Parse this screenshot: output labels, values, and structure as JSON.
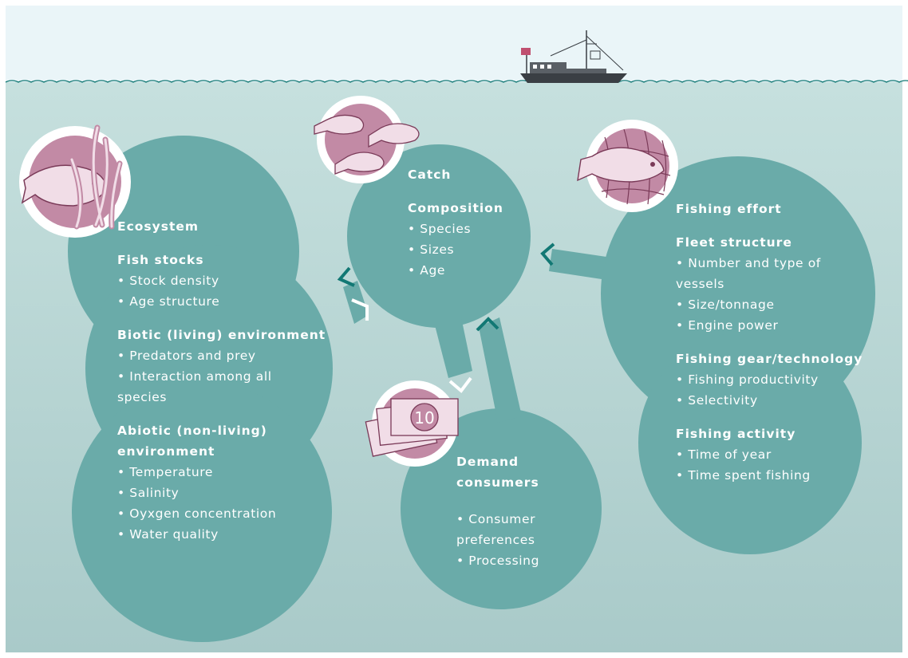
{
  "colors": {
    "circle": "#6aaba9",
    "water_top": "#c6e0de",
    "water_bottom": "#a9cac9",
    "sky": "#eaf5f8",
    "arrow": "#127874",
    "icon_fill": "#c28aa5",
    "icon_bg": "#ffffff"
  },
  "icons": {
    "boat": "fishing-boat-icon",
    "ecosystem": "fish-in-seaweed-icon",
    "catch": "school-of-fish-icon",
    "demand": "banknotes-icon",
    "effort": "fish-in-net-icon"
  },
  "ecosystem": {
    "title": "Ecosystem",
    "sections": [
      {
        "heading": "Fish stocks",
        "items": [
          "Stock density",
          "Age structure"
        ]
      },
      {
        "heading": "Biotic (living) environment",
        "items": [
          "Predators and prey",
          "Interaction among all species"
        ]
      },
      {
        "heading": "Abiotic (non-living) environment",
        "items": [
          "Temperature",
          "Salinity",
          "Oyxgen concentration",
          "Water quality"
        ]
      }
    ]
  },
  "catch": {
    "title": "Catch",
    "sections": [
      {
        "heading": "Composition",
        "items": [
          "Species",
          "Sizes",
          "Age"
        ]
      }
    ]
  },
  "demand": {
    "title": "Demand consumers",
    "banknote_value": "10",
    "sections": [
      {
        "heading": "",
        "items": [
          "Consumer preferences",
          "Processing"
        ]
      }
    ]
  },
  "effort": {
    "title": "Fishing effort",
    "sections": [
      {
        "heading": "Fleet structure",
        "items": [
          "Number and type of vessels",
          "Size/tonnage",
          "Engine power"
        ]
      },
      {
        "heading": "Fishing gear/technology",
        "items": [
          "Fishing productivity",
          "Selectivity"
        ]
      },
      {
        "heading": "Fishing activity",
        "items": [
          "Time of year",
          "Time spent fishing"
        ]
      }
    ]
  }
}
